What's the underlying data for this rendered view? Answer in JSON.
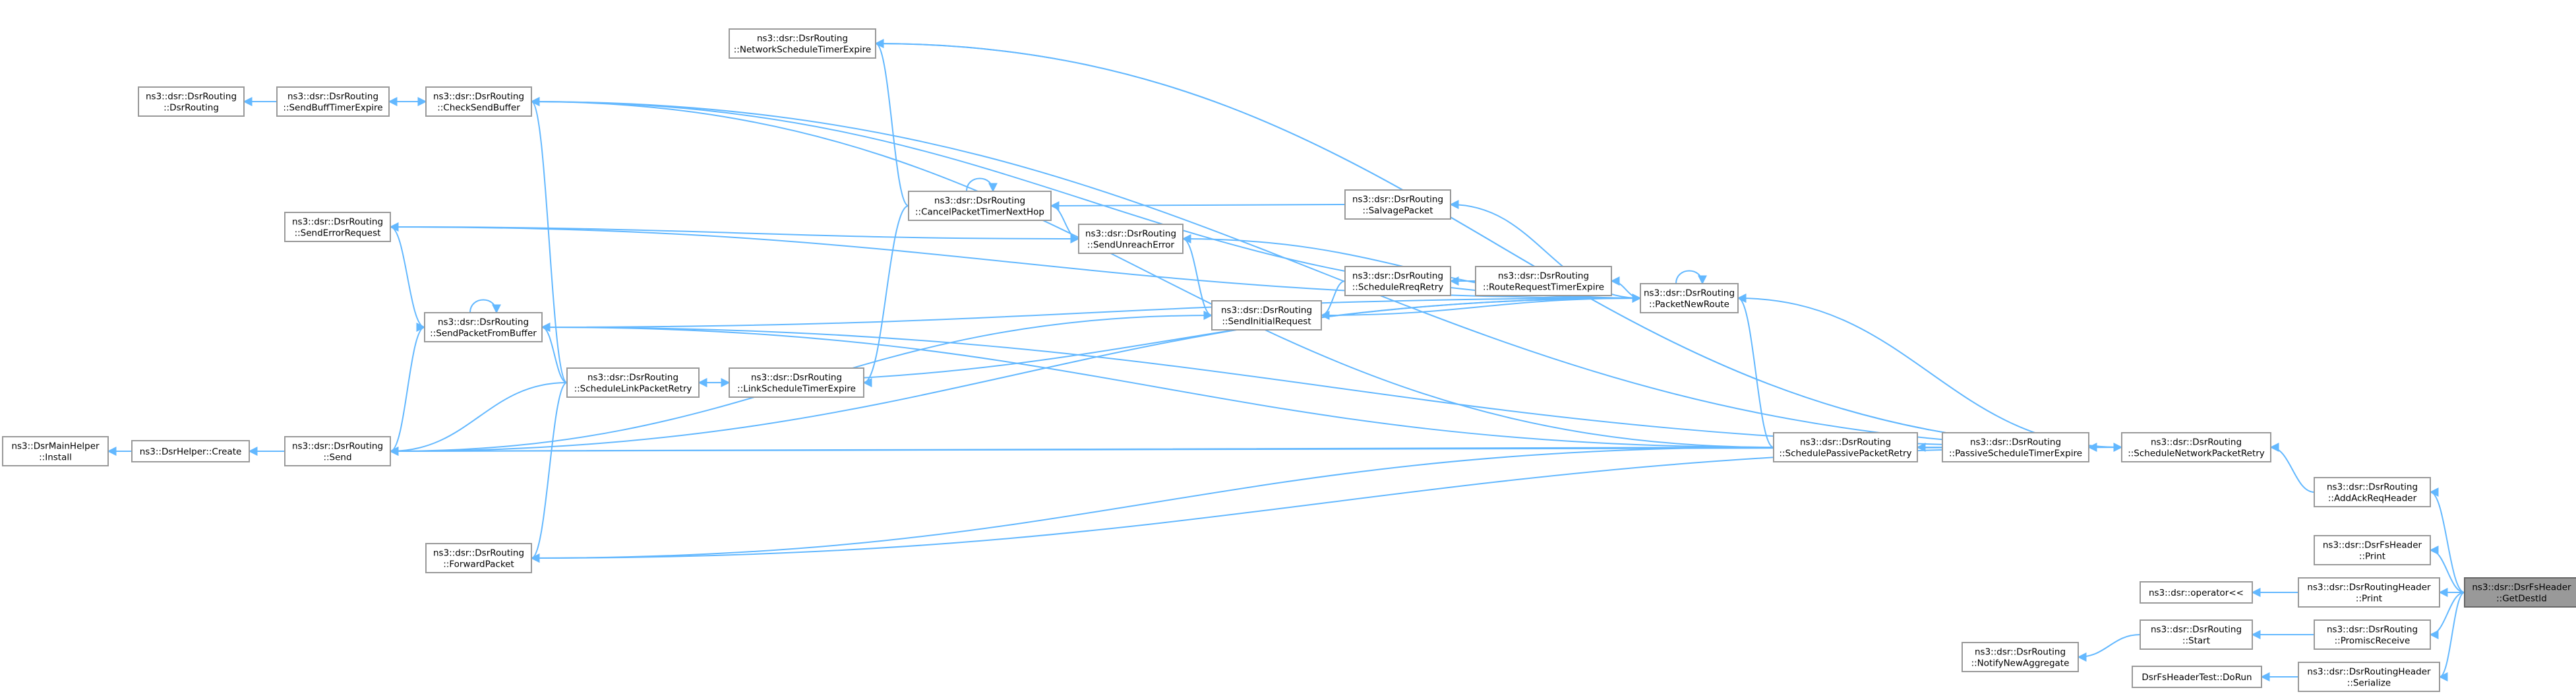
{
  "graph": {
    "root": "root",
    "nodes": [
      {
        "id": "root",
        "lines": [
          "ns3::dsr::DsrFsHeader",
          "::GetDestId"
        ]
      },
      {
        "id": "addAckReqHeader",
        "lines": [
          "ns3::dsr::DsrRouting",
          "::AddAckReqHeader"
        ]
      },
      {
        "id": "fsPrint",
        "lines": [
          "ns3::dsr::DsrFsHeader",
          "::Print"
        ]
      },
      {
        "id": "routingHeaderPrint",
        "lines": [
          "ns3::dsr::DsrRoutingHeader",
          "::Print"
        ]
      },
      {
        "id": "promiscReceive",
        "lines": [
          "ns3::dsr::DsrRouting",
          "::PromiscReceive"
        ]
      },
      {
        "id": "routingHeaderSerialize",
        "lines": [
          "ns3::dsr::DsrRoutingHeader",
          "::Serialize"
        ]
      },
      {
        "id": "operatorLL",
        "lines": [
          "ns3::dsr::operator<<"
        ]
      },
      {
        "id": "start",
        "lines": [
          "ns3::dsr::DsrRouting",
          "::Start"
        ]
      },
      {
        "id": "doRun",
        "lines": [
          "DsrFsHeaderTest::DoRun"
        ]
      },
      {
        "id": "notifyNewAggregate",
        "lines": [
          "ns3::dsr::DsrRouting",
          "::NotifyNewAggregate"
        ]
      },
      {
        "id": "scheduleNetworkPacketRetry",
        "lines": [
          "ns3::dsr::DsrRouting",
          "::ScheduleNetworkPacketRetry"
        ]
      },
      {
        "id": "passiveScheduleTimerExpire",
        "lines": [
          "ns3::dsr::DsrRouting",
          "::PassiveScheduleTimerExpire"
        ]
      },
      {
        "id": "schedulePassivePacketRetry",
        "lines": [
          "ns3::dsr::DsrRouting",
          "::SchedulePassivePacketRetry"
        ]
      },
      {
        "id": "packetNewRoute",
        "lines": [
          "ns3::dsr::DsrRouting",
          "::PacketNewRoute"
        ]
      },
      {
        "id": "routeRequestTimerExpire",
        "lines": [
          "ns3::dsr::DsrRouting",
          "::RouteRequestTimerExpire"
        ]
      },
      {
        "id": "scheduleRreqRetry",
        "lines": [
          "ns3::dsr::DsrRouting",
          "::ScheduleRreqRetry"
        ]
      },
      {
        "id": "salvagePacket",
        "lines": [
          "ns3::dsr::DsrRouting",
          "::SalvagePacket"
        ]
      },
      {
        "id": "sendInitialRequest",
        "lines": [
          "ns3::dsr::DsrRouting",
          "::SendInitialRequest"
        ]
      },
      {
        "id": "sendUnreachError",
        "lines": [
          "ns3::dsr::DsrRouting",
          "::SendUnreachError"
        ]
      },
      {
        "id": "cancelPacketTimerNextHop",
        "lines": [
          "ns3::dsr::DsrRouting",
          "::CancelPacketTimerNextHop"
        ]
      },
      {
        "id": "networkScheduleTimerExpire",
        "lines": [
          "ns3::dsr::DsrRouting",
          "::NetworkScheduleTimerExpire"
        ]
      },
      {
        "id": "linkScheduleTimerExpire",
        "lines": [
          "ns3::dsr::DsrRouting",
          "::LinkScheduleTimerExpire"
        ]
      },
      {
        "id": "scheduleLinkPacketRetry",
        "lines": [
          "ns3::dsr::DsrRouting",
          "::ScheduleLinkPacketRetry"
        ]
      },
      {
        "id": "checkSendBuffer",
        "lines": [
          "ns3::dsr::DsrRouting",
          "::CheckSendBuffer"
        ]
      },
      {
        "id": "sendBuffTimerExpire",
        "lines": [
          "ns3::dsr::DsrRouting",
          "::SendBuffTimerExpire"
        ]
      },
      {
        "id": "dsrRouting",
        "lines": [
          "ns3::dsr::DsrRouting",
          "::DsrRouting"
        ]
      },
      {
        "id": "sendErrorRequest",
        "lines": [
          "ns3::dsr::DsrRouting",
          "::SendErrorRequest"
        ]
      },
      {
        "id": "sendPacketFromBuffer",
        "lines": [
          "ns3::dsr::DsrRouting",
          "::SendPacketFromBuffer"
        ]
      },
      {
        "id": "send",
        "lines": [
          "ns3::dsr::DsrRouting",
          "::Send"
        ]
      },
      {
        "id": "forwardPacket",
        "lines": [
          "ns3::dsr::DsrRouting",
          "::ForwardPacket"
        ]
      },
      {
        "id": "helperCreate",
        "lines": [
          "ns3::DsrHelper::Create"
        ]
      },
      {
        "id": "mainHelperInstall",
        "lines": [
          "ns3::DsrMainHelper",
          "::Install"
        ]
      }
    ],
    "edges": [
      {
        "from": "addAckReqHeader",
        "to": "root"
      },
      {
        "from": "fsPrint",
        "to": "root"
      },
      {
        "from": "routingHeaderPrint",
        "to": "root"
      },
      {
        "from": "promiscReceive",
        "to": "root"
      },
      {
        "from": "routingHeaderSerialize",
        "to": "root"
      },
      {
        "from": "scheduleNetworkPacketRetry",
        "to": "addAckReqHeader"
      },
      {
        "from": "operatorLL",
        "to": "routingHeaderPrint"
      },
      {
        "from": "start",
        "to": "promiscReceive"
      },
      {
        "from": "doRun",
        "to": "routingHeaderSerialize"
      },
      {
        "from": "notifyNewAggregate",
        "to": "start"
      },
      {
        "from": "passiveScheduleTimerExpire",
        "to": "scheduleNetworkPacketRetry"
      },
      {
        "from": "schedulePassivePacketRetry",
        "to": "passiveScheduleTimerExpire"
      },
      {
        "from": "packetNewRoute",
        "to": "schedulePassivePacketRetry"
      },
      {
        "from": "packetNewRoute",
        "to": "scheduleNetworkPacketRetry"
      },
      {
        "from": "packetNewRoute",
        "to": "packetNewRoute"
      },
      {
        "from": "routeRequestTimerExpire",
        "to": "packetNewRoute"
      },
      {
        "from": "scheduleRreqRetry",
        "to": "routeRequestTimerExpire"
      },
      {
        "from": "sendInitialRequest",
        "to": "scheduleRreqRetry"
      },
      {
        "from": "salvagePacket",
        "to": "packetNewRoute"
      },
      {
        "from": "cancelPacketTimerNextHop",
        "to": "salvagePacket"
      },
      {
        "from": "cancelPacketTimerNextHop",
        "to": "cancelPacketTimerNextHop"
      },
      {
        "from": "sendUnreachError",
        "to": "cancelPacketTimerNextHop"
      },
      {
        "from": "sendUnreachError",
        "to": "packetNewRoute"
      },
      {
        "from": "sendInitialRequest",
        "to": "sendUnreachError"
      },
      {
        "from": "sendErrorRequest",
        "to": "sendUnreachError"
      },
      {
        "from": "sendErrorRequest",
        "to": "packetNewRoute"
      },
      {
        "from": "networkScheduleTimerExpire",
        "to": "cancelPacketTimerNextHop"
      },
      {
        "from": "networkScheduleTimerExpire",
        "to": "scheduleNetworkPacketRetry"
      },
      {
        "from": "scheduleNetworkPacketRetry",
        "to": "networkScheduleTimerExpire"
      },
      {
        "from": "linkScheduleTimerExpire",
        "to": "cancelPacketTimerNextHop"
      },
      {
        "from": "scheduleLinkPacketRetry",
        "to": "linkScheduleTimerExpire"
      },
      {
        "from": "linkScheduleTimerExpire",
        "to": "scheduleLinkPacketRetry"
      },
      {
        "from": "scheduleLinkPacketRetry",
        "to": "packetNewRoute"
      },
      {
        "from": "checkSendBuffer",
        "to": "packetNewRoute"
      },
      {
        "from": "checkSendBuffer",
        "to": "schedulePassivePacketRetry"
      },
      {
        "from": "checkSendBuffer",
        "to": "scheduleNetworkPacketRetry"
      },
      {
        "from": "checkSendBuffer",
        "to": "scheduleLinkPacketRetry"
      },
      {
        "from": "sendBuffTimerExpire",
        "to": "checkSendBuffer"
      },
      {
        "from": "checkSendBuffer",
        "to": "sendBuffTimerExpire"
      },
      {
        "from": "dsrRouting",
        "to": "sendBuffTimerExpire"
      },
      {
        "from": "sendPacketFromBuffer",
        "to": "sendErrorRequest"
      },
      {
        "from": "sendPacketFromBuffer",
        "to": "sendPacketFromBuffer"
      },
      {
        "from": "sendPacketFromBuffer",
        "to": "scheduleLinkPacketRetry"
      },
      {
        "from": "sendPacketFromBuffer",
        "to": "schedulePassivePacketRetry"
      },
      {
        "from": "sendPacketFromBuffer",
        "to": "scheduleNetworkPacketRetry"
      },
      {
        "from": "packetNewRoute",
        "to": "sendPacketFromBuffer"
      },
      {
        "from": "packetNewRoute",
        "to": "sendInitialRequest"
      },
      {
        "from": "send",
        "to": "sendPacketFromBuffer"
      },
      {
        "from": "send",
        "to": "scheduleLinkPacketRetry"
      },
      {
        "from": "send",
        "to": "sendInitialRequest"
      },
      {
        "from": "send",
        "to": "packetNewRoute"
      },
      {
        "from": "send",
        "to": "schedulePassivePacketRetry"
      },
      {
        "from": "send",
        "to": "scheduleNetworkPacketRetry"
      },
      {
        "from": "forwardPacket",
        "to": "scheduleLinkPacketRetry"
      },
      {
        "from": "forwardPacket",
        "to": "schedulePassivePacketRetry"
      },
      {
        "from": "forwardPacket",
        "to": "scheduleNetworkPacketRetry"
      },
      {
        "from": "helperCreate",
        "to": "send"
      },
      {
        "from": "mainHelperInstall",
        "to": "helperCreate"
      }
    ]
  }
}
